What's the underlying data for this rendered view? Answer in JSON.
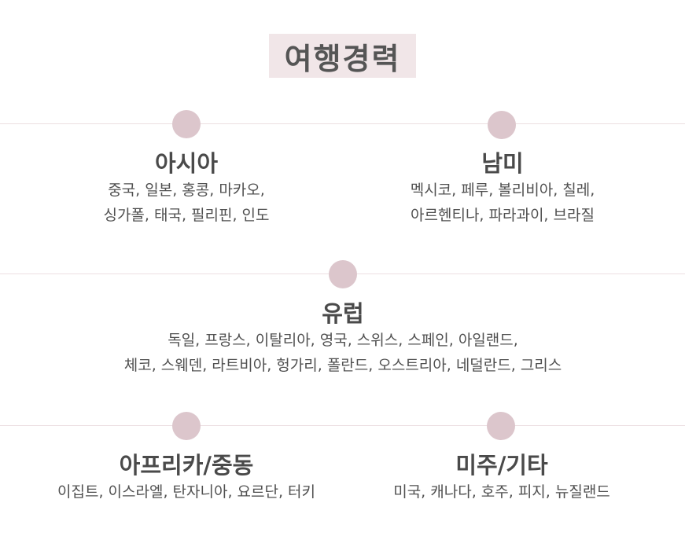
{
  "title": "여행경력",
  "regions": {
    "asia": {
      "name": "아시아",
      "line1": "중국, 일본, 홍콩, 마카오,",
      "line2": "싱가폴, 태국, 필리핀, 인도"
    },
    "south_america": {
      "name": "남미",
      "line1": "멕시코, 페루, 볼리비아, 칠레,",
      "line2": "아르헨티나, 파라과이,  브라질"
    },
    "europe": {
      "name": "유럽",
      "line1": "독일, 프랑스, 이탈리아, 영국, 스위스, 스페인, 아일랜드,",
      "line2": "체코, 스웨덴, 라트비아, 헝가리, 폴란드, 오스트리아, 네덜란드, 그리스"
    },
    "africa_middle_east": {
      "name": "아프리카/중동",
      "line1": "이집트, 이스라엘, 탄자니아, 요르단, 터키"
    },
    "americas_other": {
      "name": "미주/기타",
      "line1": "미국, 캐나다, 호주, 피지, 뉴질랜드"
    }
  },
  "colors": {
    "title_bg": "#f1e6e8",
    "dot": "#dcc6cc",
    "line": "#ecdfe2",
    "text": "#4a4a4a"
  }
}
